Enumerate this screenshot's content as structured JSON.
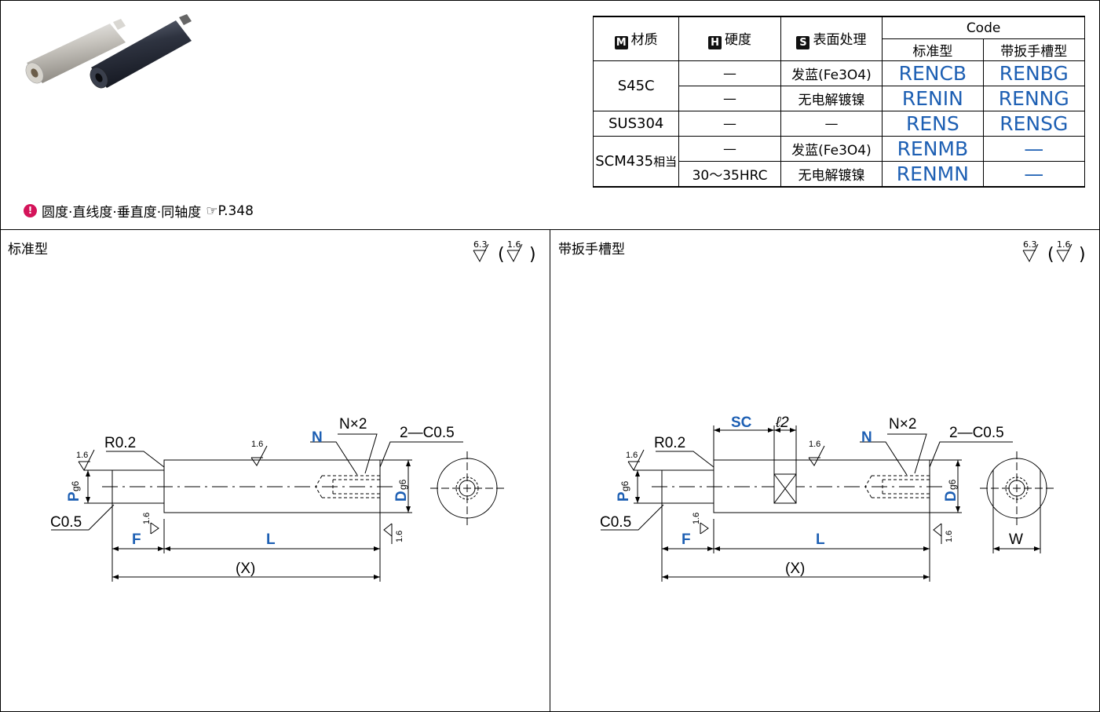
{
  "table": {
    "headers": {
      "material_icon": "M",
      "material": "材质",
      "hardness_icon": "H",
      "hardness": "硬度",
      "surface_icon": "S",
      "surface": "表面处理",
      "code": "Code",
      "code_standard": "标准型",
      "code_wrench": "带扳手槽型"
    },
    "rows": [
      {
        "material": "S45C",
        "hardness": "—",
        "surface": "发蓝(Fe3O4)",
        "code_std": "RENCB",
        "code_wrench": "RENBG"
      },
      {
        "material": "",
        "hardness": "—",
        "surface": "无电解镀镍",
        "code_std": "RENIN",
        "code_wrench": "RENNG"
      },
      {
        "material": "SUS304",
        "hardness": "—",
        "surface": "—",
        "code_std": "RENS",
        "code_wrench": "RENSG"
      },
      {
        "material": "SCM435",
        "material_suffix": "相当",
        "hardness": "—",
        "surface": "发蓝(Fe3O4)",
        "code_std": "RENMB",
        "code_wrench": "—"
      },
      {
        "material": "",
        "hardness": "30～35HRC",
        "surface": "无电解镀镍",
        "code_std": "RENMN",
        "code_wrench": "—"
      }
    ]
  },
  "note": {
    "icon": "warning-icon",
    "text": "圆度·直线度·垂直度·同轴度",
    "ref_icon": "pointing-hand-icon",
    "ref": "P.348"
  },
  "sections": {
    "standard_title": "标准型",
    "wrench_title": "带扳手槽型",
    "roughness_main": "6.3",
    "roughness_paren": "1.6"
  },
  "dims": {
    "r": "R0.2",
    "c_small": "C0.5",
    "c_end": "2—C0.5",
    "n": "N",
    "n_count": "N×2",
    "p": "P",
    "p_tol": "g6",
    "d": "D",
    "d_tol": "g6",
    "f": "F",
    "l": "L",
    "x": "(X)",
    "sc": "SC",
    "l2": "ℓ2",
    "w": "W",
    "rough": "1.6"
  },
  "colors": {
    "code_blue": "#1d5fb3",
    "dim_blue": "#1d5fb3",
    "note_pink": "#d4145a"
  }
}
